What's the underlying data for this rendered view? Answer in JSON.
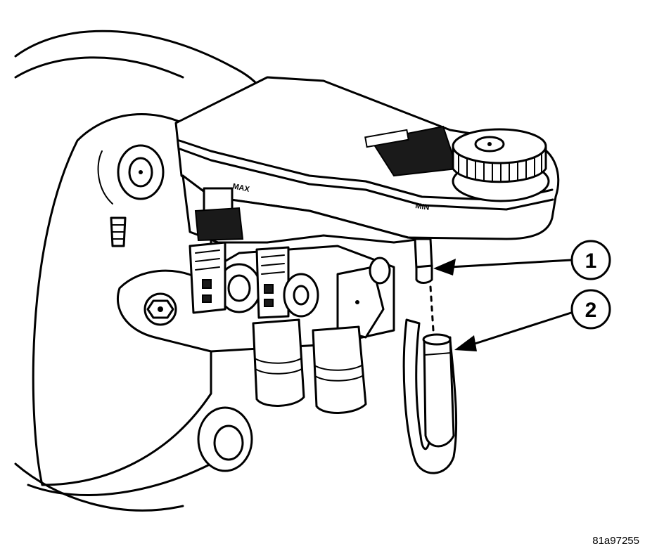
{
  "figure": {
    "figure_code": "81a97255",
    "callouts": [
      {
        "number": "1"
      },
      {
        "number": "2"
      }
    ],
    "reservoir_labels": {
      "left_mark": "MAX",
      "right_mark": "MIN"
    },
    "colors": {
      "ink": "#000000",
      "paper": "#ffffff"
    }
  }
}
